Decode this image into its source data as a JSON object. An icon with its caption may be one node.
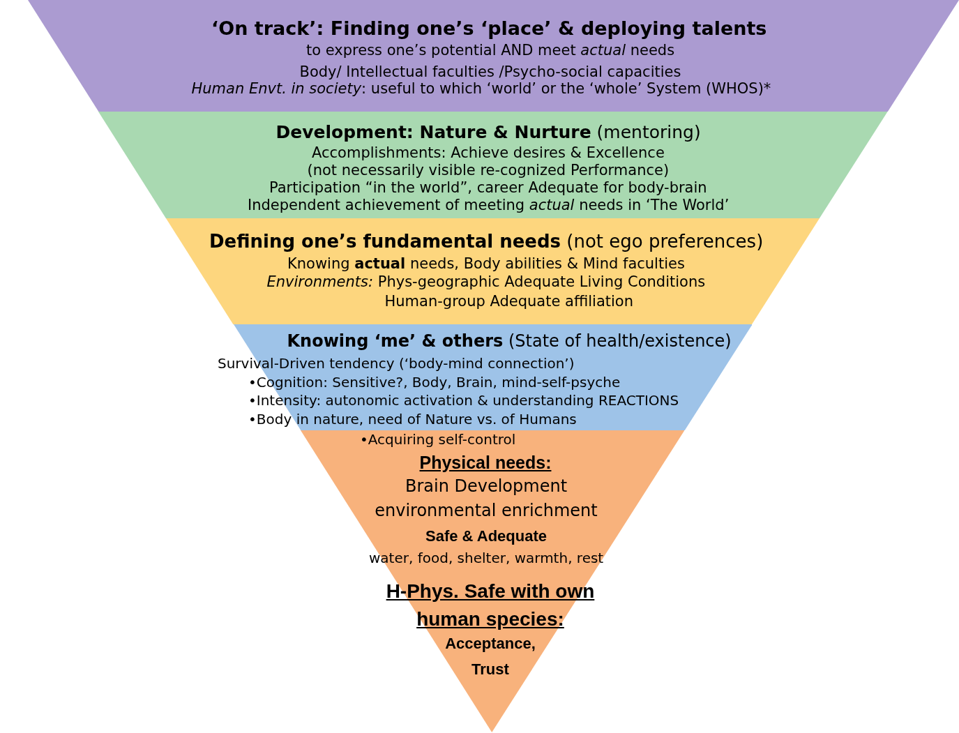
{
  "diagram": {
    "nodes": [
      {
        "text": [
          "‘On track’: Finding one’s ‘place’ & deploying talents",
          "to express one’s potential AND meet *actual* needs",
          "Body/ Intellectual faculties /Psycho-social capacities",
          "*Human Envt. in society*: useful to which ‘world’ or the ‘whole’ System (WHOS)*"
        ]
      },
      {
        "text": [
          "**Development: Nature & Nurture** (mentoring)",
          "Accomplishments: Achieve desires & Excellence",
          "(not necessarily visible re-cognized Performance)",
          "Participation “in the world”, career Adequate for body-brain",
          "Independent achievement of meeting *actual* needs in ‘The World’"
        ]
      },
      {
        "text": [
          "**Defining one’s fundamental needs** (not ego preferences)",
          "Knowing **actual** needs, Body abilities & Mind faculties",
          "*Environments:* Phys-geographic Adequate Living Conditions",
          "Human-group Adequate affiliation"
        ]
      },
      {
        "text": [
          "**Knowing ‘me’ & others** (State of health/existence)",
          "Survival-Driven tendency (‘body-mind connection’)",
          "•Cognition: Sensitive?, Body, Brain, mind-self-psyche",
          "•Intensity: autonomic activation & understanding REACTIONS",
          "•Body in nature, need of Nature vs. of Humans"
        ]
      },
      {
        "text": [
          "•Acquiring self-control",
          "Physical needs:",
          "Brain Development environmental enrichment",
          "Safe & Adequate",
          "water, food, shelter, warmth, rest",
          "H-Phys. Safe with own human species:",
          "Acceptance, Trust"
        ]
      }
    ]
  }
}
